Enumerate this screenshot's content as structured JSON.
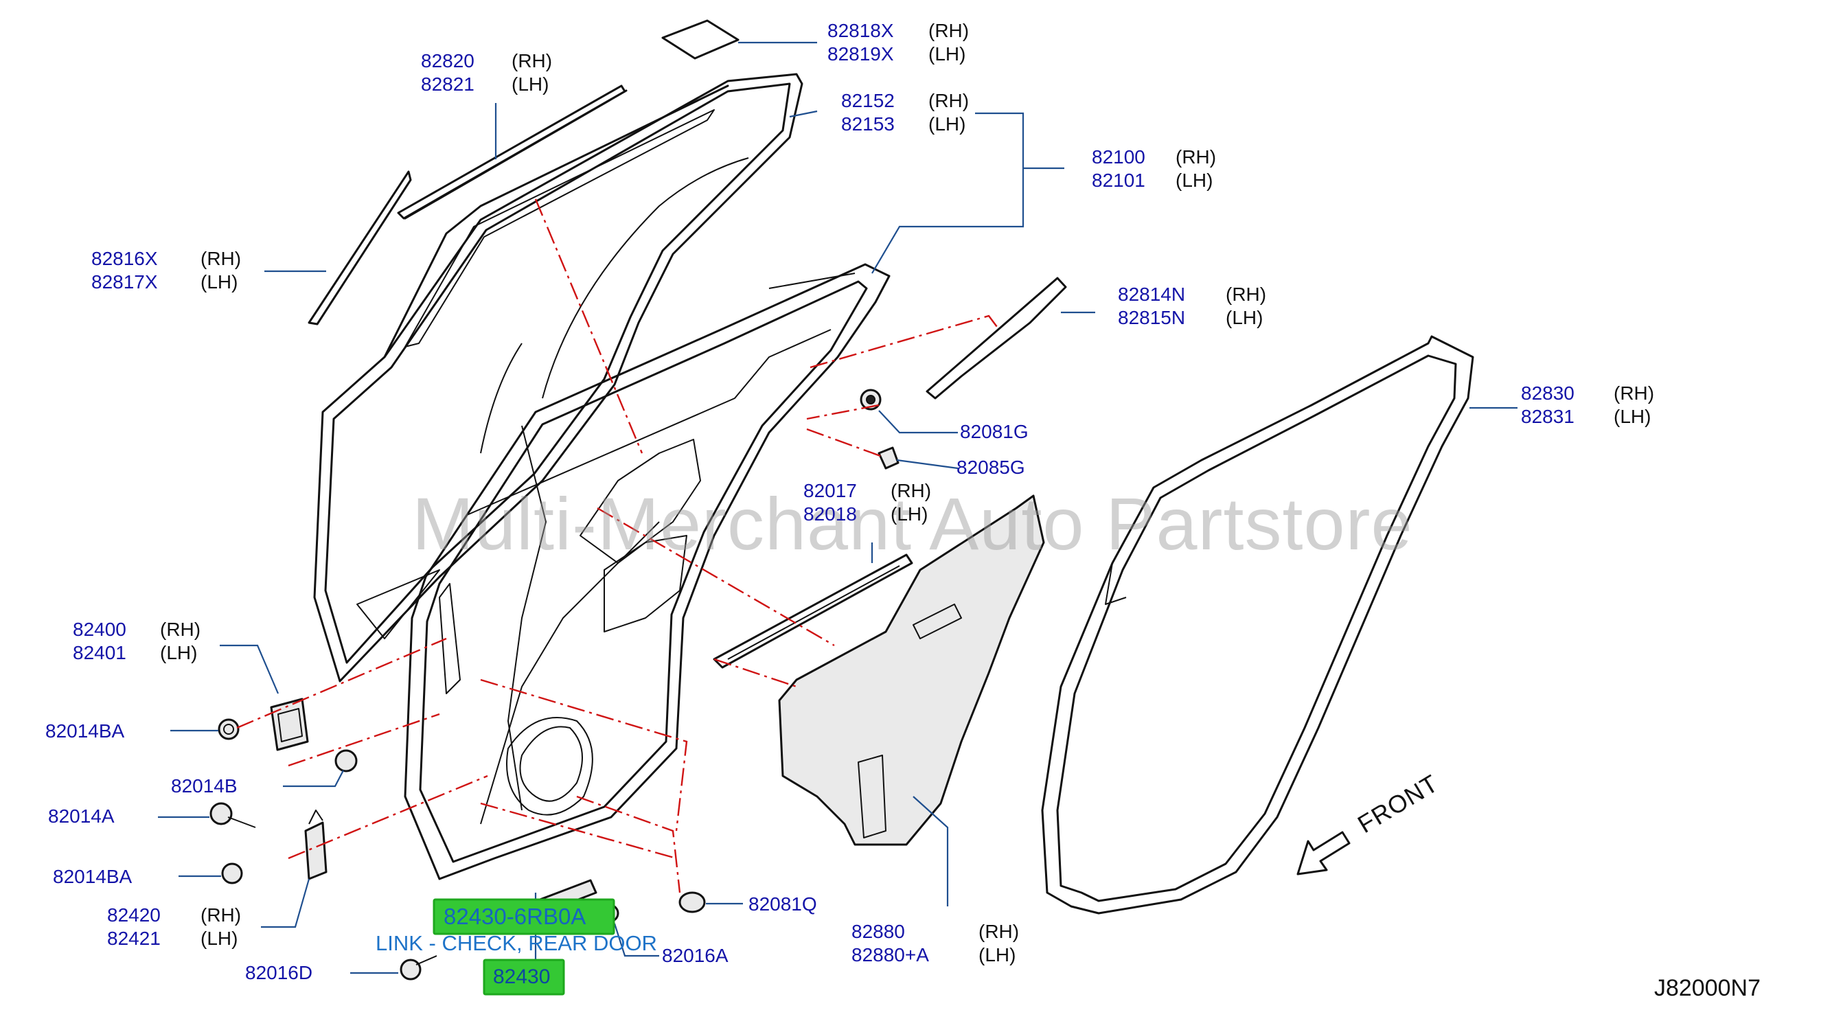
{
  "diagram": {
    "code": "J82000N7",
    "front_label": "FRONT",
    "watermark": "Multi-Merchant Auto Partstore",
    "highlight": {
      "callout_part": "82430-6RB0A",
      "description": "LINK - CHECK, REAR DOOR",
      "boxed_part": "82430"
    },
    "parts": {
      "p82818": {
        "rh": "82818X",
        "lh": "82819X",
        "rh_side": "(RH)",
        "lh_side": "(LH)"
      },
      "p82820": {
        "rh": "82820",
        "lh": "82821",
        "rh_side": "(RH)",
        "lh_side": "(LH)"
      },
      "p82152": {
        "rh": "82152",
        "lh": "82153",
        "rh_side": "(RH)",
        "lh_side": "(LH)"
      },
      "p82100": {
        "rh": "82100",
        "lh": "82101",
        "rh_side": "(RH)",
        "lh_side": "(LH)"
      },
      "p82816": {
        "rh": "82816X",
        "lh": "82817X",
        "rh_side": "(RH)",
        "lh_side": "(LH)"
      },
      "p82814": {
        "rh": "82814N",
        "lh": "82815N",
        "rh_side": "(RH)",
        "lh_side": "(LH)"
      },
      "p82830": {
        "rh": "82830",
        "lh": "82831",
        "rh_side": "(RH)",
        "lh_side": "(LH)"
      },
      "p82017": {
        "rh": "82017",
        "lh": "82018",
        "rh_side": "(RH)",
        "lh_side": "(LH)"
      },
      "p82400": {
        "rh": "82400",
        "lh": "82401",
        "rh_side": "(RH)",
        "lh_side": "(LH)"
      },
      "p82420": {
        "rh": "82420",
        "lh": "82421",
        "rh_side": "(RH)",
        "lh_side": "(LH)"
      },
      "p82880": {
        "rh": "82880",
        "lh": "82880+A",
        "rh_side": "(RH)",
        "lh_side": "(LH)"
      },
      "single": {
        "p82081G": "82081G",
        "p82085G": "82085G",
        "p82014BA_top": "82014BA",
        "p82014B": "82014B",
        "p82014A": "82014A",
        "p82014BA_bottom": "82014BA",
        "p82016D": "82016D",
        "p82016A": "82016A",
        "p82081Q": "82081Q"
      }
    }
  }
}
